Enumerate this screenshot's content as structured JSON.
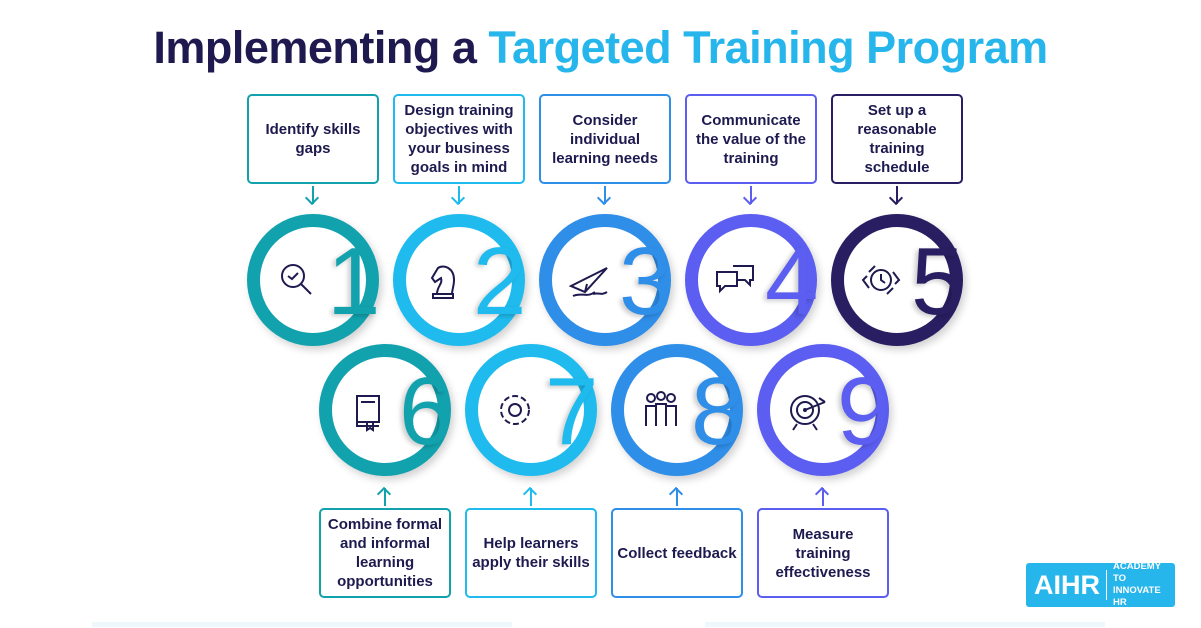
{
  "title": {
    "part1": "Implementing a ",
    "part2": "Targeted Training Program"
  },
  "colors": {
    "teal": "#12a2ae",
    "sky": "#1fbbee",
    "blue": "#2f8ee8",
    "indigo": "#5b5ef0",
    "navy": "#2a1e62",
    "text": "#1e1a4f",
    "accent": "#27b6ec"
  },
  "steps": [
    {
      "number": "1",
      "label": "Identify skills gaps",
      "icon": "magnifier-check-icon"
    },
    {
      "number": "2",
      "label": "Design training objectives with your business goals in mind",
      "icon": "chess-knight-icon"
    },
    {
      "number": "3",
      "label": "Consider individual learning needs",
      "icon": "paper-plane-icon"
    },
    {
      "number": "4",
      "label": "Communicate the value of the training",
      "icon": "speech-bubbles-icon"
    },
    {
      "number": "5",
      "label": "Set up a reasonable training schedule",
      "icon": "watch-icon"
    },
    {
      "number": "6",
      "label": "Combine formal and informal learning opportunities",
      "icon": "book-icon"
    },
    {
      "number": "7",
      "label": "Help learners apply their skills",
      "icon": "gear-cycle-icon"
    },
    {
      "number": "8",
      "label": "Collect feedback",
      "icon": "team-icon"
    },
    {
      "number": "9",
      "label": "Measure training effectiveness",
      "icon": "target-icon"
    }
  ],
  "logo": {
    "mark": "AIHR",
    "line1": "ACADEMY TO",
    "line2": "INNOVATE HR"
  }
}
